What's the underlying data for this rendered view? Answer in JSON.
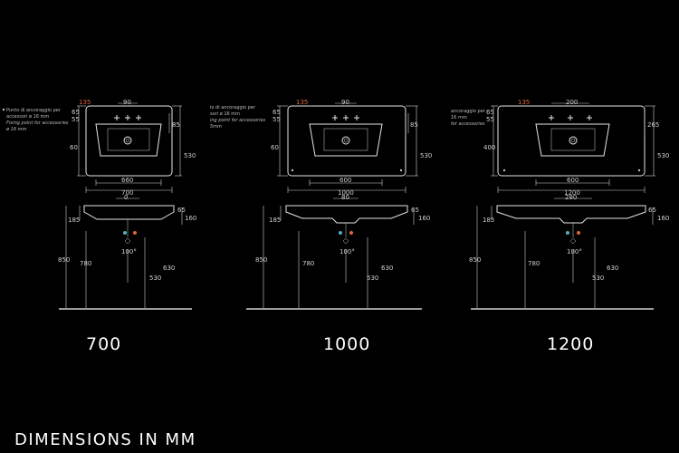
{
  "footer": "DIMENSIONS IN MM",
  "note": {
    "line1": "Punto di ancoraggio per",
    "line2": "accessori ø 16 mm",
    "line3": "Fixing point for accessories",
    "line4": "ø 16 mm"
  },
  "models": [
    {
      "name": "700",
      "plan": {
        "offset": "135",
        "tap_spacing": "90",
        "left_a": "65",
        "left_b": "55",
        "left_c": "60",
        "right_a": "85",
        "depth": "530",
        "bowl_width": "660",
        "overall_width": "700"
      },
      "elev": {
        "waste_spacing": "0",
        "right_a": "65",
        "right_b": "160",
        "left_top": "185",
        "angle": "100°",
        "height": "850",
        "h780": "780",
        "h530": "530",
        "h630": "630"
      }
    },
    {
      "name": "1000",
      "plan": {
        "offset": "135",
        "tap_spacing": "90",
        "left_a": "65",
        "left_b": "55",
        "left_c": "60",
        "right_a": "85",
        "depth": "530",
        "bowl_width": "600",
        "overall_width": "1000"
      },
      "elev": {
        "waste_spacing": "80",
        "right_a": "65",
        "right_b": "160",
        "left_top": "185",
        "angle": "100°",
        "height": "850",
        "h780": "780",
        "h530": "530",
        "h630": "630"
      }
    },
    {
      "name": "1200",
      "plan": {
        "offset": "135",
        "tap_spacing": "200",
        "left_a": "65",
        "left_b": "55",
        "left_c": "400",
        "right_a": "265",
        "depth": "530",
        "bowl_width": "600",
        "overall_width": "1200"
      },
      "elev": {
        "waste_spacing": "280",
        "right_a": "65",
        "right_b": "160",
        "left_top": "185",
        "angle": "100°",
        "height": "850",
        "h780": "780",
        "h530": "530",
        "h630": "630"
      }
    }
  ]
}
